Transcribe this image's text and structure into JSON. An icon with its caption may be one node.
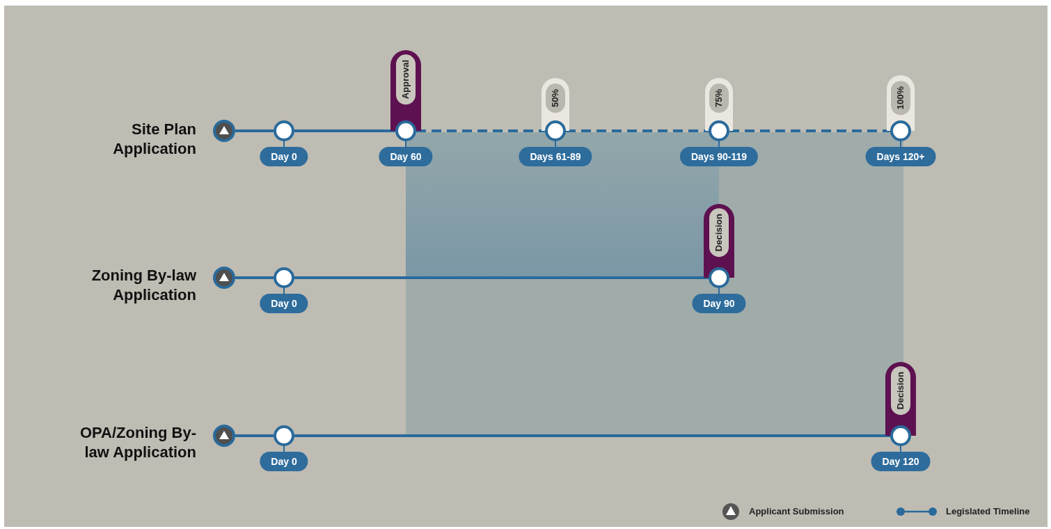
{
  "diagram": {
    "nodes": [
      {
        "text": [],
        "shape": "circle"
      },
      {
        "text": [],
        "shape": "circle",
        "beside": [
          "Day 0"
        ]
      },
      {
        "text": [],
        "shape": "circle",
        "beside": [
          "Approval",
          "Day 60"
        ]
      },
      {
        "text": [],
        "shape": "circle",
        "beside": [
          "50%",
          "Days 61-89"
        ]
      },
      {
        "text": [],
        "shape": "circle",
        "beside": [
          "75%",
          "Days 90-119"
        ]
      },
      {
        "text": [],
        "shape": "circle",
        "beside": [
          "100%",
          "Days 120+"
        ]
      },
      {
        "text": [],
        "shape": "circle"
      },
      {
        "text": [],
        "shape": "circle",
        "beside": [
          "Day 0"
        ]
      },
      {
        "text": [],
        "shape": "circle",
        "beside": [
          "Decision",
          "Day 90"
        ]
      },
      {
        "text": [],
        "shape": "circle"
      },
      {
        "text": [],
        "shape": "circle",
        "beside": [
          "Day 0"
        ]
      },
      {
        "text": [],
        "shape": "circle",
        "beside": [
          "Decision",
          "Day 120"
        ]
      }
    ],
    "edges": [
      {
        "from": 0,
        "to": 1,
        "arrow": "none"
      },
      {
        "from": 1,
        "to": 2,
        "arrow": "none"
      },
      {
        "from": 2,
        "to": 3,
        "arrow": "none",
        "style": "dashed"
      },
      {
        "from": 3,
        "to": 4,
        "arrow": "none",
        "style": "dashed"
      },
      {
        "from": 4,
        "to": 5,
        "arrow": "none",
        "style": "dashed"
      },
      {
        "from": 6,
        "to": 7,
        "arrow": "none"
      },
      {
        "from": 7,
        "to": 8,
        "arrow": "none"
      },
      {
        "from": 9,
        "to": 10,
        "arrow": "none"
      },
      {
        "from": 10,
        "to": 11,
        "arrow": "none"
      }
    ],
    "labels": [
      "Site Plan Application",
      "Zoning By-law Application",
      "OPA/Zoning By-law Application"
    ],
    "legend": [
      {
        "text": "Applicant Submission"
      },
      {
        "text": "Legislated Timeline"
      }
    ]
  }
}
